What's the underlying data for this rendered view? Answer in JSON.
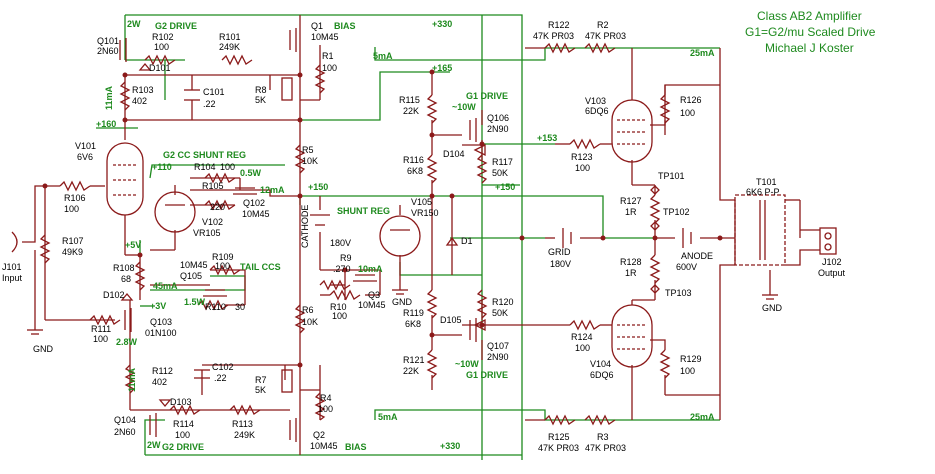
{
  "title": [
    "Class AB2 Amplifier",
    "G1=G2/mu Scaled Drive",
    "Michael J Koster"
  ],
  "rails": {
    "p330_top": "+330",
    "p330_bot": "+330",
    "p165": "+165",
    "p160": "+160",
    "p150a": "+150",
    "p150b": "+150",
    "p153": "+153",
    "p110": "+110",
    "p5v": "+5V",
    "p3v": "+3V"
  },
  "drive_labels": {
    "g2_drive_top": "G2 DRIVE",
    "g2_drive_bot": "G2 DRIVE",
    "g1_drive_top": "G1 DRIVE",
    "g1_drive_bot": "G1 DRIVE",
    "g2_cc": "G2 CC SHUNT REG",
    "tail": "TAIL CCS",
    "shunt": "SHUNT REG",
    "bias_top": "BIAS",
    "bias_bot": "BIAS"
  },
  "currents": {
    "c_5ma_top": "5mA",
    "c_5ma_bot": "5mA",
    "c_25ma_top": "25mA",
    "c_25ma_bot": "25mA",
    "c_11ma_top": "11mA",
    "c_11ma_bot": "11mA",
    "c_12ma": "12mA",
    "c_10ma": "10mA",
    "c_45ma": "45mA",
    "p_2w_top": "2W",
    "p_2w_bot": "2W",
    "p_05w": "0.5W",
    "p_15w": "1.5W",
    "p_28w": "2.8W",
    "p_10w_top": "~10W",
    "p_10w_bot": "~10W"
  },
  "labels": {
    "Q101": [
      "Q101",
      "2N60"
    ],
    "R102": [
      "R102",
      "100"
    ],
    "D101": [
      "D101"
    ],
    "R101": [
      "R101",
      "249K"
    ],
    "Q1": [
      "Q1",
      "10M45"
    ],
    "R1": [
      "R1",
      "100"
    ],
    "R8": [
      "R8",
      "5K"
    ],
    "C101": [
      "C101",
      ".22"
    ],
    "R103": [
      "R103",
      "402"
    ],
    "R122": [
      "R122",
      "47K PR03"
    ],
    "R2": [
      "R2",
      "47K PR03"
    ],
    "R115": [
      "R115",
      "22K"
    ],
    "Q106": [
      "Q106",
      "2N90"
    ],
    "D104": [
      "D104"
    ],
    "R116": [
      "R116",
      "6K8"
    ],
    "R117": [
      "R117",
      "50K"
    ],
    "V103": [
      "V103",
      "6DQ6"
    ],
    "R126": [
      "R126",
      "100"
    ],
    "R123": [
      "R123",
      "100"
    ],
    "V101": [
      "V101",
      "6V6"
    ],
    "R104": [
      "R104",
      "100"
    ],
    "R105": [
      "R105",
      "220"
    ],
    "Q102": [
      "Q102",
      "10M45"
    ],
    "R5": [
      "R5",
      "10K"
    ],
    "V102": [
      "V102",
      "VR105"
    ],
    "R106": [
      "R106",
      "100"
    ],
    "R107": [
      "R107",
      "49K9"
    ],
    "J101": [
      "J101",
      "Input"
    ],
    "CATHODE": [
      "CATHODE",
      "180V"
    ],
    "V105": [
      "V105",
      "VR150"
    ],
    "D1": [
      "D1"
    ],
    "GRID": [
      "GRID",
      "180V"
    ],
    "R127": [
      "R127",
      "1R"
    ],
    "TP101": [
      "TP101"
    ],
    "TP102": [
      "TP102"
    ],
    "T101": [
      "T101",
      "6K6 P-P"
    ],
    "ANODE": [
      "ANODE",
      "600V"
    ],
    "R128": [
      "R128",
      "1R"
    ],
    "TP103": [
      "TP103"
    ],
    "J102": [
      "J102",
      "Output"
    ],
    "R108": [
      "R108",
      "68"
    ],
    "Q105": [
      "Q105",
      "10M45"
    ],
    "R109": [
      "R109",
      "100"
    ],
    "R110": [
      "R110",
      "30"
    ],
    "R9": [
      "R9",
      ".270"
    ],
    "R10": [
      "R10",
      "100"
    ],
    "Q3": [
      "Q3",
      "10M45"
    ],
    "D102": [
      "D102"
    ],
    "R111": [
      "R111",
      "100"
    ],
    "Q103": [
      "Q103",
      "01N100"
    ],
    "R6": [
      "R6",
      "10K"
    ],
    "R119": [
      "R119",
      "6K8"
    ],
    "R120": [
      "R120",
      "50K"
    ],
    "D105": [
      "D105"
    ],
    "Q107": [
      "Q107",
      "2N90"
    ],
    "R124": [
      "R124",
      "100"
    ],
    "V104": [
      "V104",
      "6DQ6"
    ],
    "R129": [
      "R129",
      "100"
    ],
    "R112": [
      "R112",
      "402"
    ],
    "C102": [
      "C102",
      ".22"
    ],
    "R7": [
      "R7",
      "5K"
    ],
    "R4": [
      "R4",
      "100"
    ],
    "R121": [
      "R121",
      "22K"
    ],
    "D103": [
      "D103"
    ],
    "Q104": [
      "Q104",
      "2N60"
    ],
    "R114": [
      "R114",
      "100"
    ],
    "R113": [
      "R113",
      "249K"
    ],
    "Q2": [
      "Q2",
      "10M45"
    ],
    "R125": [
      "R125",
      "47K PR03"
    ],
    "R3": [
      "R3",
      "47K PR03"
    ],
    "GND1": [
      "GND"
    ],
    "GND2": [
      "GND"
    ],
    "GND3": [
      "GND"
    ]
  },
  "colors": {
    "wire": "#8b1a1a",
    "text_green": "#1e8a1e",
    "text": "#000000"
  }
}
